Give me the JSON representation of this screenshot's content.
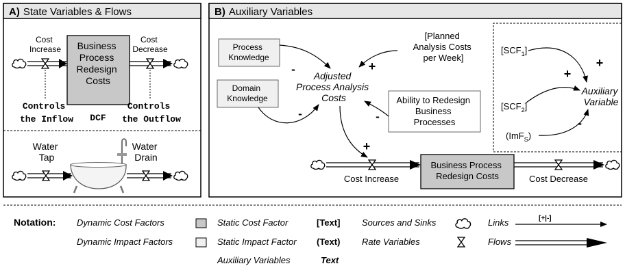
{
  "panel_a": {
    "title_prefix": "A)",
    "title_rest": "State Variables & Flows",
    "cost_increase": [
      "Cost",
      "Increase"
    ],
    "stock_label": [
      "Business",
      "Process",
      "Redesign",
      "Costs"
    ],
    "cost_decrease": [
      "Cost",
      "Decrease"
    ],
    "dcf": "DCF",
    "controls_inflow": [
      "Controls",
      "the Inflow"
    ],
    "controls_outflow": [
      "Controls",
      "the Outflow"
    ],
    "water_tap": [
      "Water",
      "Tap"
    ],
    "water_drain": [
      "Water",
      "Drain"
    ]
  },
  "panel_b": {
    "title_prefix": "B)",
    "title_rest": "Auxiliary Variables",
    "process_knowledge": [
      "Process",
      "Knowledge"
    ],
    "domain_knowledge": [
      "Domain",
      "Knowledge"
    ],
    "planned_costs": [
      "[Planned",
      "Analysis Costs",
      "per Week]"
    ],
    "adjusted": [
      "Adjusted",
      "Process Analysis",
      "Costs"
    ],
    "ability": [
      "Ability to Redesign",
      "Business",
      "Processes"
    ],
    "scf1": "[SCF",
    "scf1_sub": "1",
    "scf1_end": "]",
    "scf2": "[SCF",
    "scf2_sub": "2",
    "scf2_end": "]",
    "imf": "(ImF",
    "imf_sub": "S",
    "imf_end": ")",
    "auxiliary_variable": [
      "Auxiliary",
      "Variable"
    ],
    "stock": [
      "Business Process",
      "Redesign Costs"
    ],
    "cost_increase": "Cost Increase",
    "cost_decrease": "Cost Decrease",
    "plus": "+",
    "minus": "-"
  },
  "notation": {
    "title": "Notation:",
    "dynamic_cost_factors": "Dynamic Cost Factors",
    "dynamic_impact_factors": "Dynamic Impact Factors",
    "static_cost_factor": "Static Cost Factor",
    "static_impact_factor": "Static Impact Factor",
    "auxiliary_variables": "Auxiliary Variables",
    "text_bracket": "[Text]",
    "text_paren": "(Text)",
    "text_plain": "Text",
    "sources_and_sinks": "Sources and Sinks",
    "rate_variables": "Rate Variables",
    "links": "Links",
    "link_sign": "[+|-]",
    "flows": "Flows"
  },
  "colors": {
    "dark_fill": "#c8c8c8",
    "light_fill": "#f0f0f0",
    "title_bar": "#e6e6e6"
  }
}
